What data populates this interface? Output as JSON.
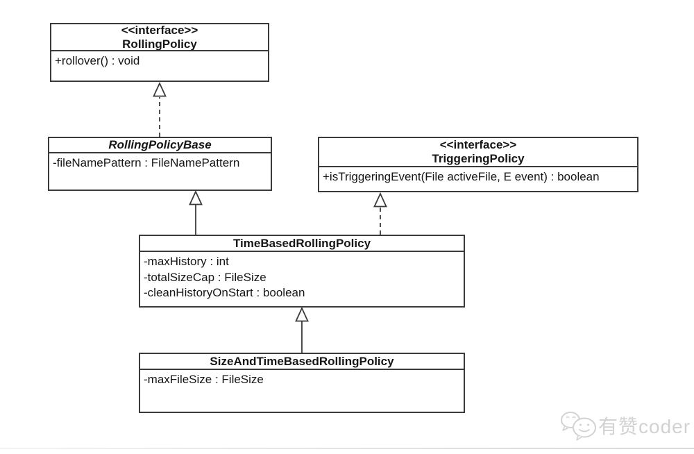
{
  "diagram": {
    "type": "uml-class-diagram",
    "colors": {
      "background": "#ffffff",
      "line": "#3a3a3a",
      "text": "#161616",
      "watermark": "#d2d2d2"
    },
    "classes": [
      {
        "id": "RollingPolicy",
        "stereotype": "<<interface>>",
        "name": "RollingPolicy",
        "abstract": false,
        "members": [
          "+rollover() : void"
        ]
      },
      {
        "id": "RollingPolicyBase",
        "stereotype": "",
        "name": "RollingPolicyBase",
        "abstract": true,
        "members": [
          "-fileNamePattern : FileNamePattern"
        ]
      },
      {
        "id": "TriggeringPolicy",
        "stereotype": "<<interface>>",
        "name": "TriggeringPolicy",
        "abstract": false,
        "members": [
          "+isTriggeringEvent(File activeFile, E event) : boolean"
        ]
      },
      {
        "id": "TimeBasedRollingPolicy",
        "stereotype": "",
        "name": "TimeBasedRollingPolicy",
        "abstract": false,
        "members": [
          "-maxHistory : int",
          "-totalSizeCap : FileSize",
          "-cleanHistoryOnStart : boolean"
        ]
      },
      {
        "id": "SizeAndTimeBasedRollingPolicy",
        "stereotype": "",
        "name": "SizeAndTimeBasedRollingPolicy",
        "abstract": false,
        "members": [
          "-maxFileSize : FileSize"
        ]
      }
    ],
    "relations": [
      {
        "from": "RollingPolicyBase",
        "to": "RollingPolicy",
        "type": "realization",
        "line": "dashed",
        "head": "hollow-triangle"
      },
      {
        "from": "TimeBasedRollingPolicy",
        "to": "RollingPolicyBase",
        "type": "generalization",
        "line": "solid",
        "head": "hollow-triangle"
      },
      {
        "from": "TimeBasedRollingPolicy",
        "to": "TriggeringPolicy",
        "type": "realization",
        "line": "dashed",
        "head": "hollow-triangle"
      },
      {
        "from": "SizeAndTimeBasedRollingPolicy",
        "to": "TimeBasedRollingPolicy",
        "type": "generalization",
        "line": "solid",
        "head": "hollow-triangle"
      }
    ]
  },
  "watermark": {
    "icon": "wechat-icon",
    "text": "有赞coder"
  }
}
